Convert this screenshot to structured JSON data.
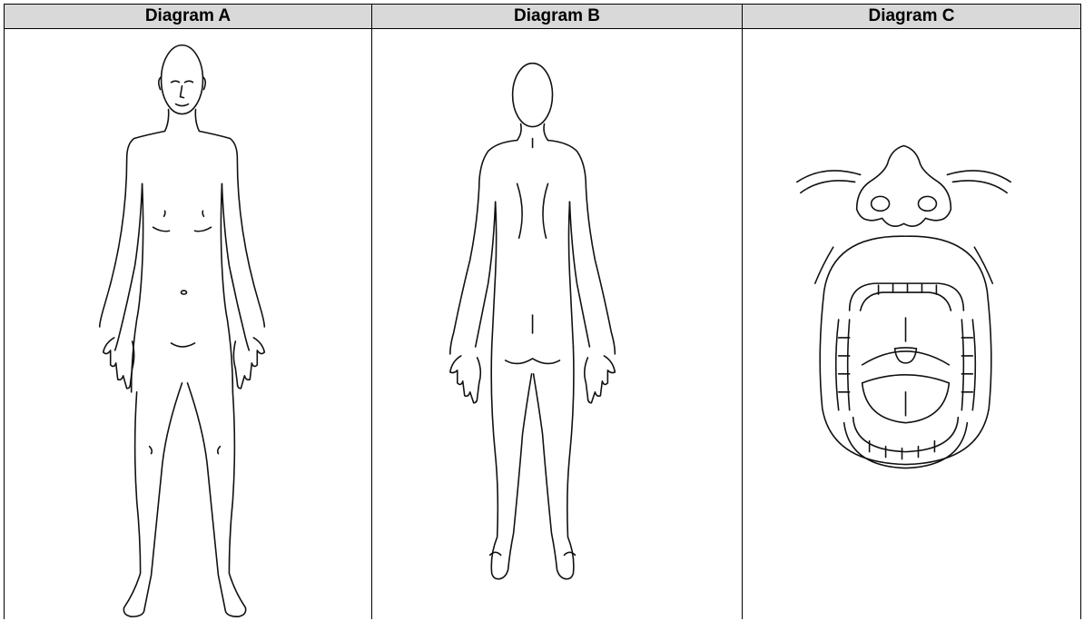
{
  "headers": {
    "a": "Diagram A",
    "b": "Diagram B",
    "c": "Diagram C"
  },
  "panels": {
    "a_icon": "body-front-outline-icon",
    "b_icon": "body-back-outline-icon",
    "c_icon": "open-mouth-teeth-icon"
  },
  "colors": {
    "header_background": "#d9d9d9",
    "border": "#000000",
    "line_art": "#111111"
  }
}
